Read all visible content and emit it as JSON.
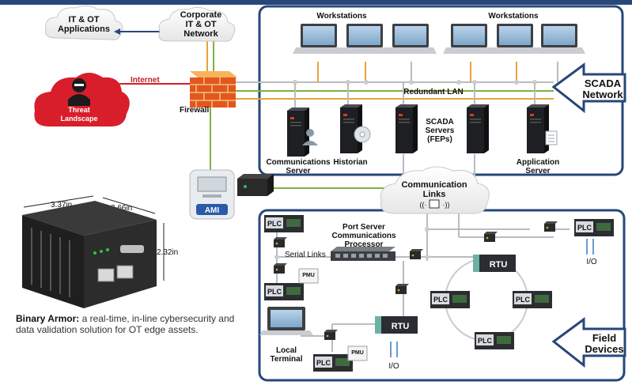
{
  "top_left": {
    "it_ot_apps": [
      "IT & OT",
      "Applications"
    ],
    "corporate": [
      "Corporate",
      "IT & OT",
      "Network"
    ],
    "threat": [
      "Threat",
      "Landscape"
    ],
    "internet": "Internet",
    "firewall": "Firewall",
    "ami": "AMI"
  },
  "scada": {
    "title": [
      "SCADA",
      "Network"
    ],
    "workstations_left": "Workstations",
    "workstations_right": "Workstations",
    "redundant_lan": "Redundant LAN",
    "comm_server": [
      "Communications",
      "Server"
    ],
    "historian": "Historian",
    "scada_servers": [
      "SCADA",
      "Servers",
      "(FEPs)"
    ],
    "app_server": [
      "Application",
      "Server"
    ]
  },
  "comm_links": [
    "Communication",
    "Links"
  ],
  "field": {
    "title": [
      "Field",
      "Devices"
    ],
    "port_server": [
      "Port Server",
      "Communications",
      "Processor"
    ],
    "serial_links": "Serial Links",
    "local_terminal": [
      "Local",
      "Terminal"
    ],
    "plc": "PLC",
    "rtu": "RTU",
    "pmu": "PMU",
    "io": "I/O"
  },
  "device": {
    "dim_w": "3.37in",
    "dim_d": "3.66in",
    "dim_h": "2.32in"
  },
  "caption": {
    "bold": "Binary Armor:",
    "text": " a real-time, in-line cybersecurity and data validation solution for OT edge assets."
  },
  "colors": {
    "accent": "#27477a",
    "threat": "#d81e2b",
    "orange_line": "#e8a23a",
    "green_line": "#7fb241",
    "gray_line": "#b9bcc0"
  }
}
